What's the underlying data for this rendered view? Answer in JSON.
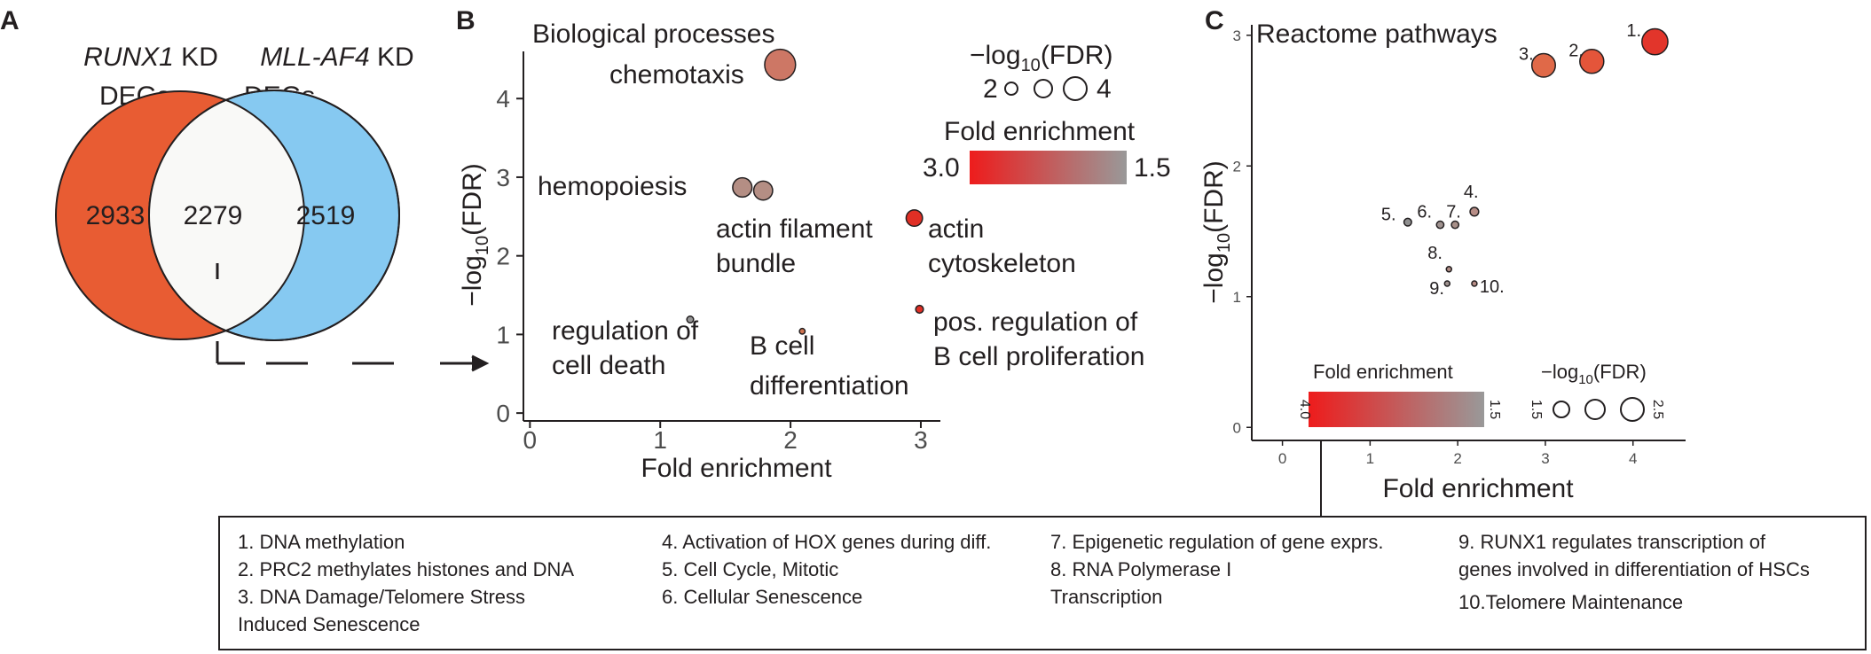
{
  "panel_labels": {
    "a": "A",
    "b": "B",
    "c": "C"
  },
  "venn": {
    "left_title_italic": "RUNX1",
    "left_title_rest": " KD",
    "left_title_line2": "DEGs",
    "right_title_italic": "MLL-AF4",
    "right_title_rest": " KD",
    "right_title_line2": "DEGs",
    "left_only": "2933",
    "overlap": "2279",
    "right_only": "2519",
    "colors": {
      "left": "#e85c33",
      "right": "#86c9f1",
      "overlap": "#f9f9f7"
    }
  },
  "panel_b": {
    "title": "Biological processes",
    "xlabel": "Fold enrichment",
    "ylabel_pre": "−log",
    "ylabel_sub": "10",
    "ylabel_post": "(FDR)",
    "legend_size_title_pre": "−log",
    "legend_size_title_sub": "10",
    "legend_size_title_post": "(FDR)",
    "legend_size_min": "2",
    "legend_size_max": "4",
    "legend_color_title": "Fold enrichment",
    "legend_color_left": "3.0",
    "legend_color_right": "1.5",
    "labels": {
      "chemotaxis": "chemotaxis",
      "hemopoiesis": "hemopoiesis",
      "actin_filament_1": "actin filament",
      "actin_filament_2": "bundle",
      "actin_cyto_1": "actin",
      "actin_cyto_2": "cytoskeleton",
      "reg_death_1": "regulation of",
      "reg_death_2": "cell death",
      "bcell_1": "B cell",
      "bcell_2": "differentiation",
      "pos_reg_1": "pos. regulation of",
      "pos_reg_2": "B cell proliferation"
    }
  },
  "panel_c": {
    "title": "Reactome pathways",
    "xlabel": "Fold enrichment",
    "ylabel_pre": "−log",
    "ylabel_sub": "10",
    "ylabel_post": "(FDR)",
    "legend_color_title": "Fold enrichment",
    "legend_color_top": "4.0",
    "legend_color_bottom": "1.5",
    "legend_size_title_pre": "−log",
    "legend_size_title_sub": "10",
    "legend_size_title_post": "(FDR)",
    "legend_size_min": "1.5",
    "legend_size_max": "2.5"
  },
  "pathway_list": {
    "col1": [
      "1. DNA methylation",
      "2. PRC2 methylates histones and DNA",
      "3. DNA Damage/Telomere Stress",
      "Induced Senescence"
    ],
    "col2": [
      "4. Activation of HOX genes during diff.",
      "5. Cell Cycle, Mitotic",
      "6. Cellular Senescence"
    ],
    "col3": [
      "7. Epigenetic regulation of gene exprs.",
      "8. RNA Polymerase I",
      "Transcription"
    ],
    "col4": [
      "9. RUNX1 regulates transcription of",
      "genes involved in differentiation of HSCs",
      "10.Telomere Maintenance"
    ]
  },
  "chart_data": [
    {
      "type": "scatter",
      "title": "Biological processes",
      "xlabel": "Fold enrichment",
      "ylabel": "−log10(FDR)",
      "xlim": [
        -0.05,
        3.15
      ],
      "ylim": [
        -0.1,
        4.6
      ],
      "xticks": [
        "0",
        "1",
        "2",
        "3"
      ],
      "yticks": [
        "0",
        "1",
        "2",
        "3",
        "4"
      ],
      "points": [
        {
          "name": "chemotaxis",
          "x": 1.92,
          "y": 4.43,
          "color": "#cd7765"
        },
        {
          "name": "hemopoiesis",
          "x": 1.63,
          "y": 2.87,
          "color": "#b48e84"
        },
        {
          "name": "",
          "x": 1.79,
          "y": 2.83,
          "color": "#b48e84"
        },
        {
          "name": "actin cytoskeleton",
          "x": 2.95,
          "y": 2.48,
          "color": "#e02f25"
        },
        {
          "name": "regulation of cell death",
          "x": 1.23,
          "y": 1.19,
          "color": "#959595"
        },
        {
          "name": "B cell differentiation",
          "x": 2.09,
          "y": 1.04,
          "color": "#cf7450"
        },
        {
          "name": "pos. regulation of B cell proliferation",
          "x": 2.99,
          "y": 1.32,
          "color": "#e02f25"
        }
      ]
    },
    {
      "type": "scatter",
      "title": "Reactome pathways",
      "xlabel": "Fold enrichment",
      "ylabel": "−log10(FDR)",
      "xlim": [
        -0.35,
        4.6
      ],
      "ylim": [
        -0.1,
        3.08
      ],
      "xticks": [
        "0",
        "1",
        "2",
        "3",
        "4"
      ],
      "yticks": [
        "0",
        "1",
        "2",
        "3"
      ],
      "points": [
        {
          "name": "1.",
          "x": 4.25,
          "y": 2.95,
          "color": "#e2352b"
        },
        {
          "name": "2.",
          "x": 3.53,
          "y": 2.8,
          "color": "#e4553a"
        },
        {
          "name": "3.",
          "x": 2.98,
          "y": 2.77,
          "color": "#e06948"
        },
        {
          "name": "4.",
          "x": 2.19,
          "y": 1.65,
          "color": "#b78d86"
        },
        {
          "name": "5.",
          "x": 1.43,
          "y": 1.57,
          "color": "#8f8f8f"
        },
        {
          "name": "6.",
          "x": 1.8,
          "y": 1.55,
          "color": "#a09390"
        },
        {
          "name": "7.",
          "x": 1.97,
          "y": 1.55,
          "color": "#a89089"
        },
        {
          "name": "8.",
          "x": 1.9,
          "y": 1.21,
          "color": "#b18d85"
        },
        {
          "name": "9.",
          "x": 1.88,
          "y": 1.1,
          "color": "#a09390"
        },
        {
          "name": "10.",
          "x": 2.19,
          "y": 1.1,
          "color": "#b78d86"
        }
      ]
    }
  ]
}
